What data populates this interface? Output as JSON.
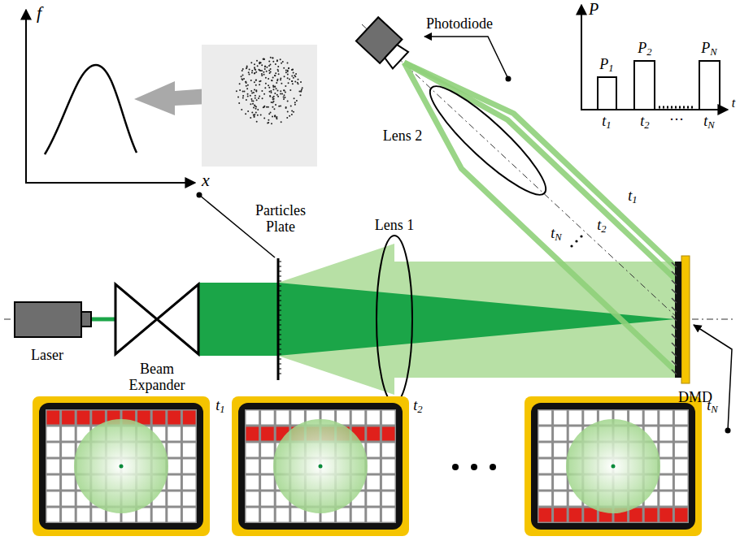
{
  "diagram": {
    "labels": [
      "f",
      "x",
      "Particles Plate",
      "Lens 1",
      "Laser",
      "Beam Expander",
      "DMD",
      "Photodiode",
      "Lens 2",
      "P",
      "t",
      "P1",
      "P2",
      "PN",
      "t1",
      "t2",
      "···",
      "tN",
      "t1",
      "t2",
      "tN",
      "t1",
      "t2",
      "tN"
    ]
  }
}
